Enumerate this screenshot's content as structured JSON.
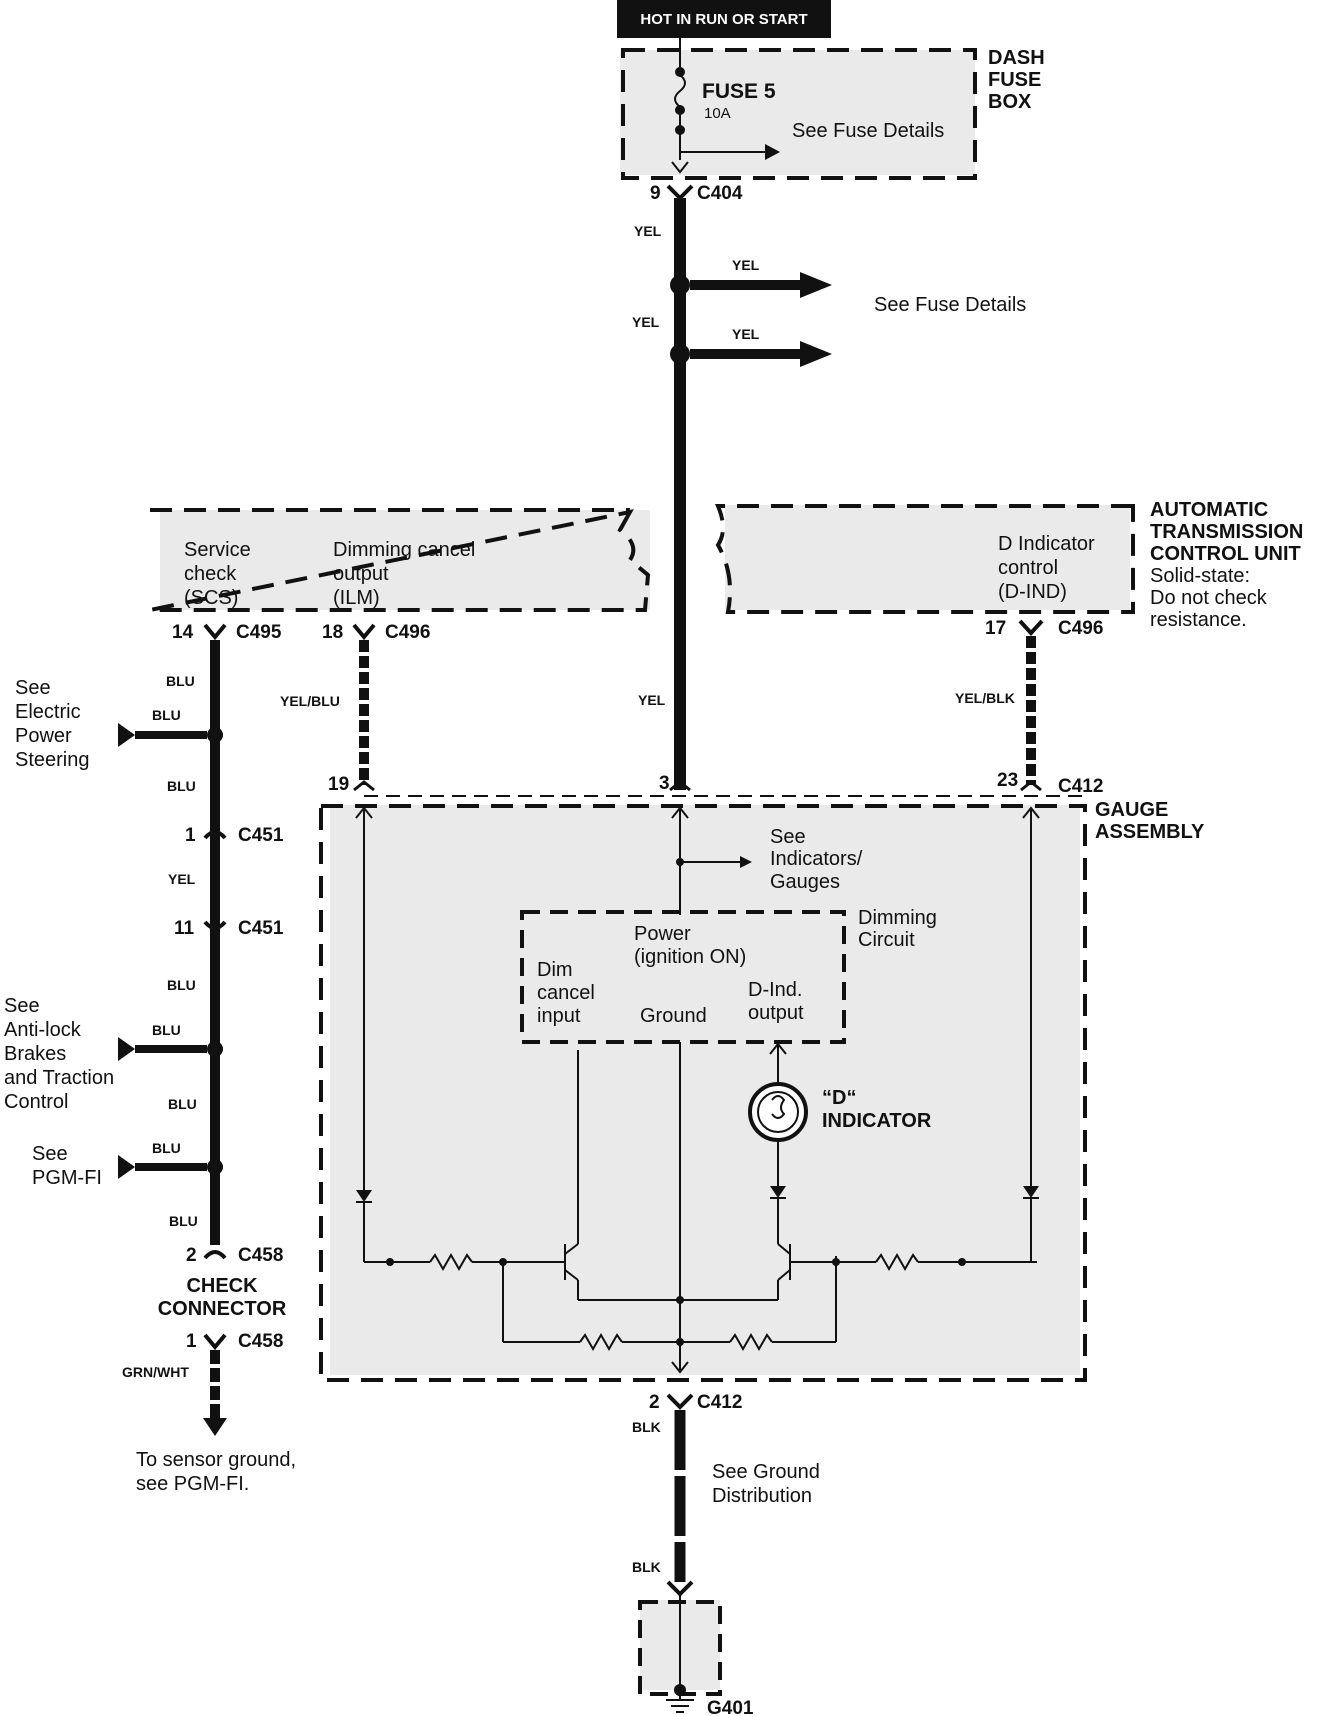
{
  "header": {
    "power_label": "HOT IN RUN OR START"
  },
  "fuse_box": {
    "title": [
      "DASH",
      "FUSE",
      "BOX"
    ],
    "fuse_name": "FUSE 5",
    "fuse_rating": "10A",
    "see_details": "See Fuse Details",
    "pin": "9",
    "connector": "C404"
  },
  "main_feed": {
    "wire_color_1": "YEL",
    "branch_color_1": "YEL",
    "wire_color_2": "YEL",
    "branch_color_2": "YEL",
    "see_details": "See Fuse Details",
    "wire_color_3": "YEL"
  },
  "tcu": {
    "title": [
      "AUTOMATIC",
      "TRANSMISSION",
      "CONTROL UNIT"
    ],
    "note": [
      "Solid-state:",
      "Do not check",
      "resistance."
    ],
    "scs_label": [
      "Service",
      "check",
      "(SCS)"
    ],
    "ilm_label": [
      "Dimming cancel",
      "output",
      "(ILM)"
    ],
    "dind_label": [
      "D Indicator",
      "control",
      "(D-IND)"
    ],
    "scs_pin": "14",
    "scs_connector": "C495",
    "ilm_pin": "18",
    "ilm_connector": "C496",
    "dind_pin": "17",
    "dind_connector": "C496"
  },
  "left_branch": {
    "blu_1": "BLU",
    "eps_wire": "BLU",
    "eps_ref": [
      "See",
      "Electric",
      "Power",
      "Steering"
    ],
    "blu_2": "BLU",
    "c451_pin_a": "1",
    "c451_a": "C451",
    "yel": "YEL",
    "c451_pin_b": "11",
    "c451_b": "C451",
    "blu_3": "BLU",
    "abs_wire": "BLU",
    "abs_ref": [
      "See",
      "Anti-lock",
      "Brakes",
      "and Traction",
      "Control"
    ],
    "blu_4": "BLU",
    "pgm_wire": "BLU",
    "pgm_ref": [
      "See",
      "PGM-FI"
    ],
    "blu_5": "BLU",
    "c458_pin_a": "2",
    "c458_a": "C458",
    "check_connector": [
      "CHECK",
      "CONNECTOR"
    ],
    "c458_pin_b": "1",
    "c458_b": "C458",
    "grn_wht": "GRN/WHT",
    "sensor_ground": [
      "To sensor ground,",
      "see PGM-FI."
    ]
  },
  "middle_wires": {
    "ilm_wire": "YEL/BLU",
    "dind_wire": "YEL/BLK",
    "center_wire": "YEL"
  },
  "gauge": {
    "title": [
      "GAUGE",
      "ASSEMBLY"
    ],
    "pin_19": "19",
    "pin_3": "3",
    "pin_23": "23",
    "connector": "C412",
    "see_indicators": [
      "See",
      "Indicators/",
      "Gauges"
    ],
    "dimming_circuit": [
      "Dimming",
      "Circuit"
    ],
    "power": [
      "Power",
      "(ignition ON)"
    ],
    "dim_cancel": [
      "Dim",
      "cancel",
      "input"
    ],
    "ground": "Ground",
    "dind_output": [
      "D-Ind.",
      "output"
    ],
    "d_indicator": [
      "“D“",
      "INDICATOR"
    ],
    "ground_pin": "2",
    "ground_connector": "C412"
  },
  "ground": {
    "wire_1": "BLK",
    "see_ground": [
      "See Ground",
      "Distribution"
    ],
    "wire_2": "BLK",
    "ground_point": "G401"
  }
}
